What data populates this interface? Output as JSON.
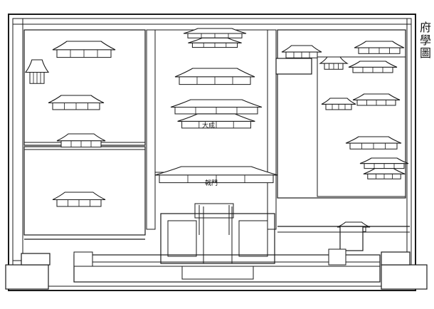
{
  "title": "府學圖",
  "hall_labels": {
    "upper_hall": "",
    "middle_hall": "",
    "main_hall": "大成",
    "gate": "戟門"
  },
  "colors": {
    "ink": "#1a1a1a",
    "paper": "#ffffff"
  }
}
